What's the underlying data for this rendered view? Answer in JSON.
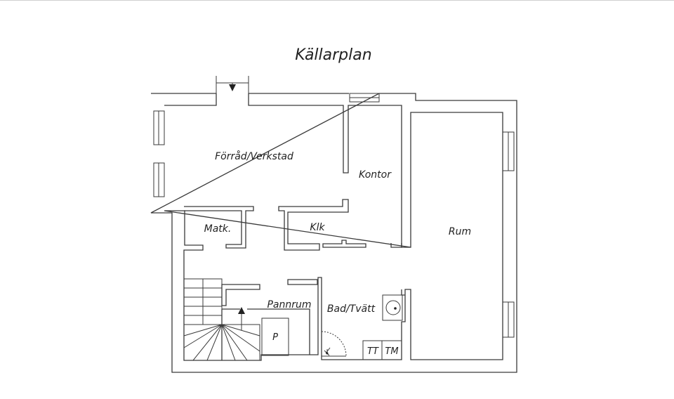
{
  "title": "Källarplan",
  "rooms": {
    "forrad": "Förråd/Verkstad",
    "kontor": "Kontor",
    "matk": "Matk.",
    "klk": "Klk",
    "rum": "Rum",
    "pannrum": "Pannrum",
    "bad": "Bad/Tvätt"
  },
  "fixtures": {
    "p": "P",
    "tt": "TT",
    "tm": "TM"
  }
}
